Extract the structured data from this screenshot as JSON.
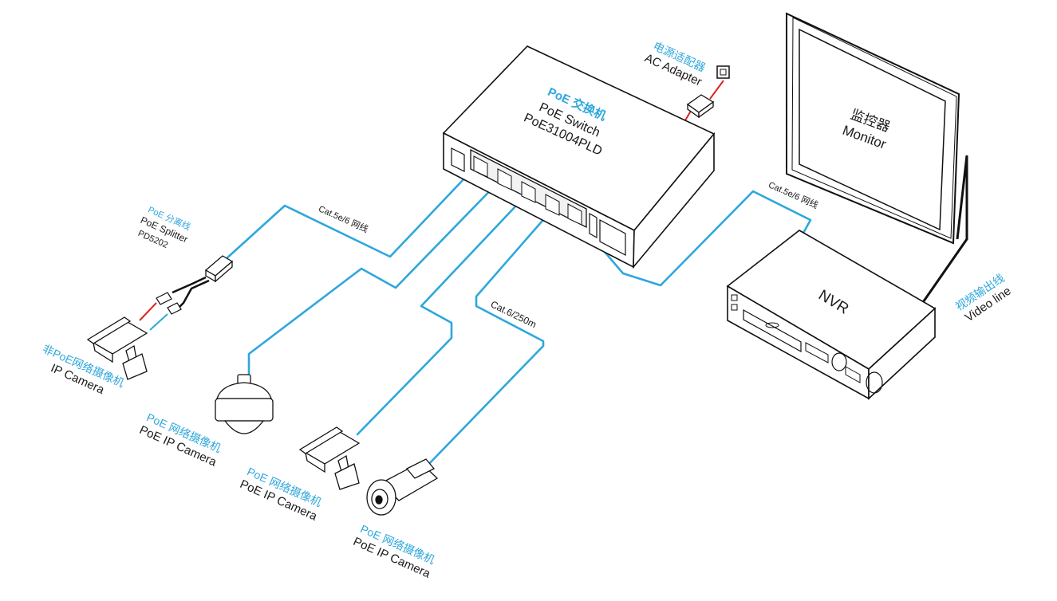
{
  "colors": {
    "accent": "#2ea7dc",
    "ink": "#1a1a1a",
    "power": "#e02020",
    "background": "#ffffff"
  },
  "switch": {
    "title_cn": "PoE 交换机",
    "title_en": "PoE Switch",
    "model": "PoE31004PLD"
  },
  "adapter": {
    "label_cn": "电源适配器",
    "label_en": "AC Adapter"
  },
  "monitor": {
    "label_cn": "监控器",
    "label_en": "Monitor"
  },
  "nvr": {
    "label": "NVR"
  },
  "video_line": {
    "label_cn": "视频输出线",
    "label_en": "Video line"
  },
  "splitter": {
    "label_cn": "PoE 分离线",
    "label_en": "PoE Splitter",
    "model": "PD5202"
  },
  "cables": {
    "cat5e_a": "Cat.5e/6 网线",
    "cat5e_b": "Cat.5e/6 网线",
    "cat6": "Cat.6/250m"
  },
  "cameras": [
    {
      "label_cn": "非PoE网络摄像机",
      "label_en": "IP Camera"
    },
    {
      "label_cn": "PoE 网络摄像机",
      "label_en": "PoE IP Camera"
    },
    {
      "label_cn": "PoE 网络摄像机",
      "label_en": "PoE IP Camera"
    },
    {
      "label_cn": "PoE 网络摄像机",
      "label_en": "PoE IP Camera"
    }
  ]
}
